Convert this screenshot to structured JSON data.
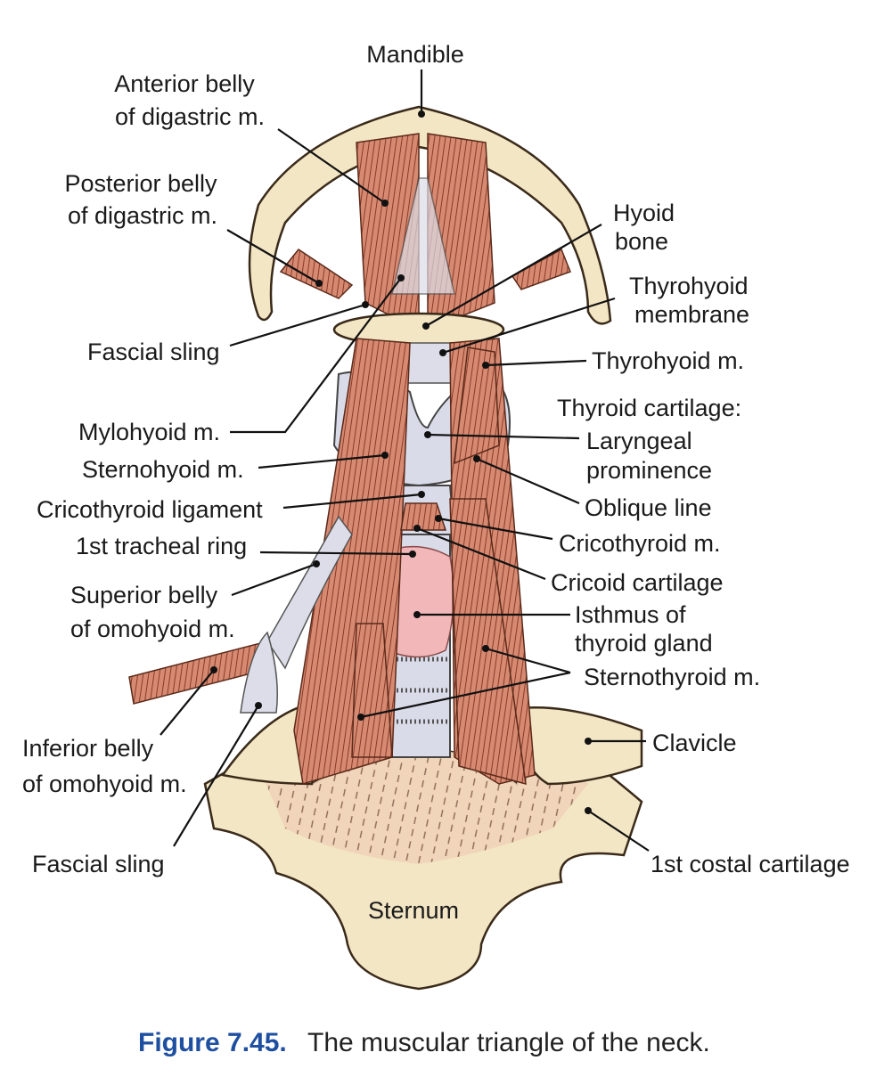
{
  "labels": {
    "mandible": "Mandible",
    "anterior_belly_1": "Anterior belly",
    "anterior_belly_2": "of digastric m.",
    "posterior_belly_1": "Posterior belly",
    "posterior_belly_2": "of digastric m.",
    "hyoid_1": "Hyoid",
    "hyoid_2": "bone",
    "thyrohyoid_membrane_1": "Thyrohyoid",
    "thyrohyoid_membrane_2": "membrane",
    "fascial_sling_upper": "Fascial sling",
    "thyrohyoid_m": "Thyrohyoid m.",
    "thyroid_cartilage": "Thyroid cartilage:",
    "laryngeal_1": "Laryngeal",
    "laryngeal_2": "prominence",
    "mylohyoid": "Mylohyoid m.",
    "sternohyoid": "Sternohyoid m.",
    "oblique_line": "Oblique line",
    "cricothyroid_ligament": "Cricothyroid ligament",
    "cricothyroid_m": "Cricothyroid m.",
    "tracheal_ring": "1st tracheal ring",
    "cricoid": "Cricoid cartilage",
    "superior_omohyoid_1": "Superior belly",
    "superior_omohyoid_2": "of omohyoid m.",
    "isthmus_1": "Isthmus of",
    "isthmus_2": "thyroid gland",
    "sternothyroid": "Sternothyroid m.",
    "clavicle": "Clavicle",
    "inferior_omohyoid_1": "Inferior belly",
    "inferior_omohyoid_2": "of omohyoid m.",
    "fascial_sling_lower": "Fascial sling",
    "costal_cartilage": "1st costal cartilage",
    "sternum": "Sternum"
  },
  "caption": {
    "figure": "Figure 7.45.",
    "text": "The muscular triangle of the neck."
  },
  "colors": {
    "caption_accent": "#1f4fa0",
    "muscle": "#c87a62",
    "bone": "#f3e6c4",
    "thyroid": "#f2b7b8"
  }
}
